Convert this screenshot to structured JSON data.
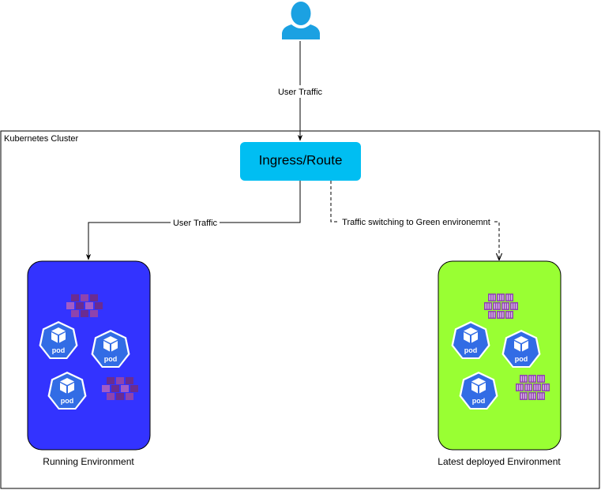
{
  "cluster": {
    "label": "Kubernetes Cluster"
  },
  "ingress": {
    "label": "Ingress/Route",
    "color": "#00BEF2"
  },
  "user": {
    "color": "#1BA1E2"
  },
  "edges": {
    "user_to_ingress": "User Traffic",
    "ingress_to_running": "User Traffic",
    "ingress_to_latest": "Traffic switching to Green environemnt"
  },
  "environments": {
    "running": {
      "label": "Running Environment",
      "color": "#3333FF",
      "pods": [
        "pod",
        "pod",
        "pod"
      ]
    },
    "latest": {
      "label": "Latest deployed Environment",
      "color": "#99FF33",
      "pods": [
        "pod",
        "pod",
        "pod"
      ]
    }
  },
  "colors": {
    "pod_blue": "#326CE5",
    "container_purple": "#7B3F9E",
    "container_purple_light": "#A15CC6"
  }
}
